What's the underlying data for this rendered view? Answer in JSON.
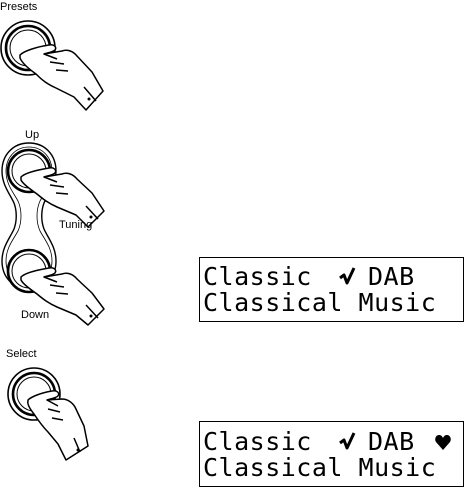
{
  "presets": {
    "label": "Presets"
  },
  "tuning": {
    "up_label": "Up",
    "tuning_label": "Tuning",
    "down_label": "Down"
  },
  "select": {
    "label": "Select"
  },
  "display_1": {
    "line1_station": "Classic",
    "line1_mode": "DAB",
    "line2": "Classical Music",
    "icons": [
      "check-icon"
    ]
  },
  "display_2": {
    "line1_station": "Classic",
    "line1_mode": "DAB",
    "line2": "Classical Music",
    "icons": [
      "check-icon",
      "preset-heart-icon"
    ]
  }
}
